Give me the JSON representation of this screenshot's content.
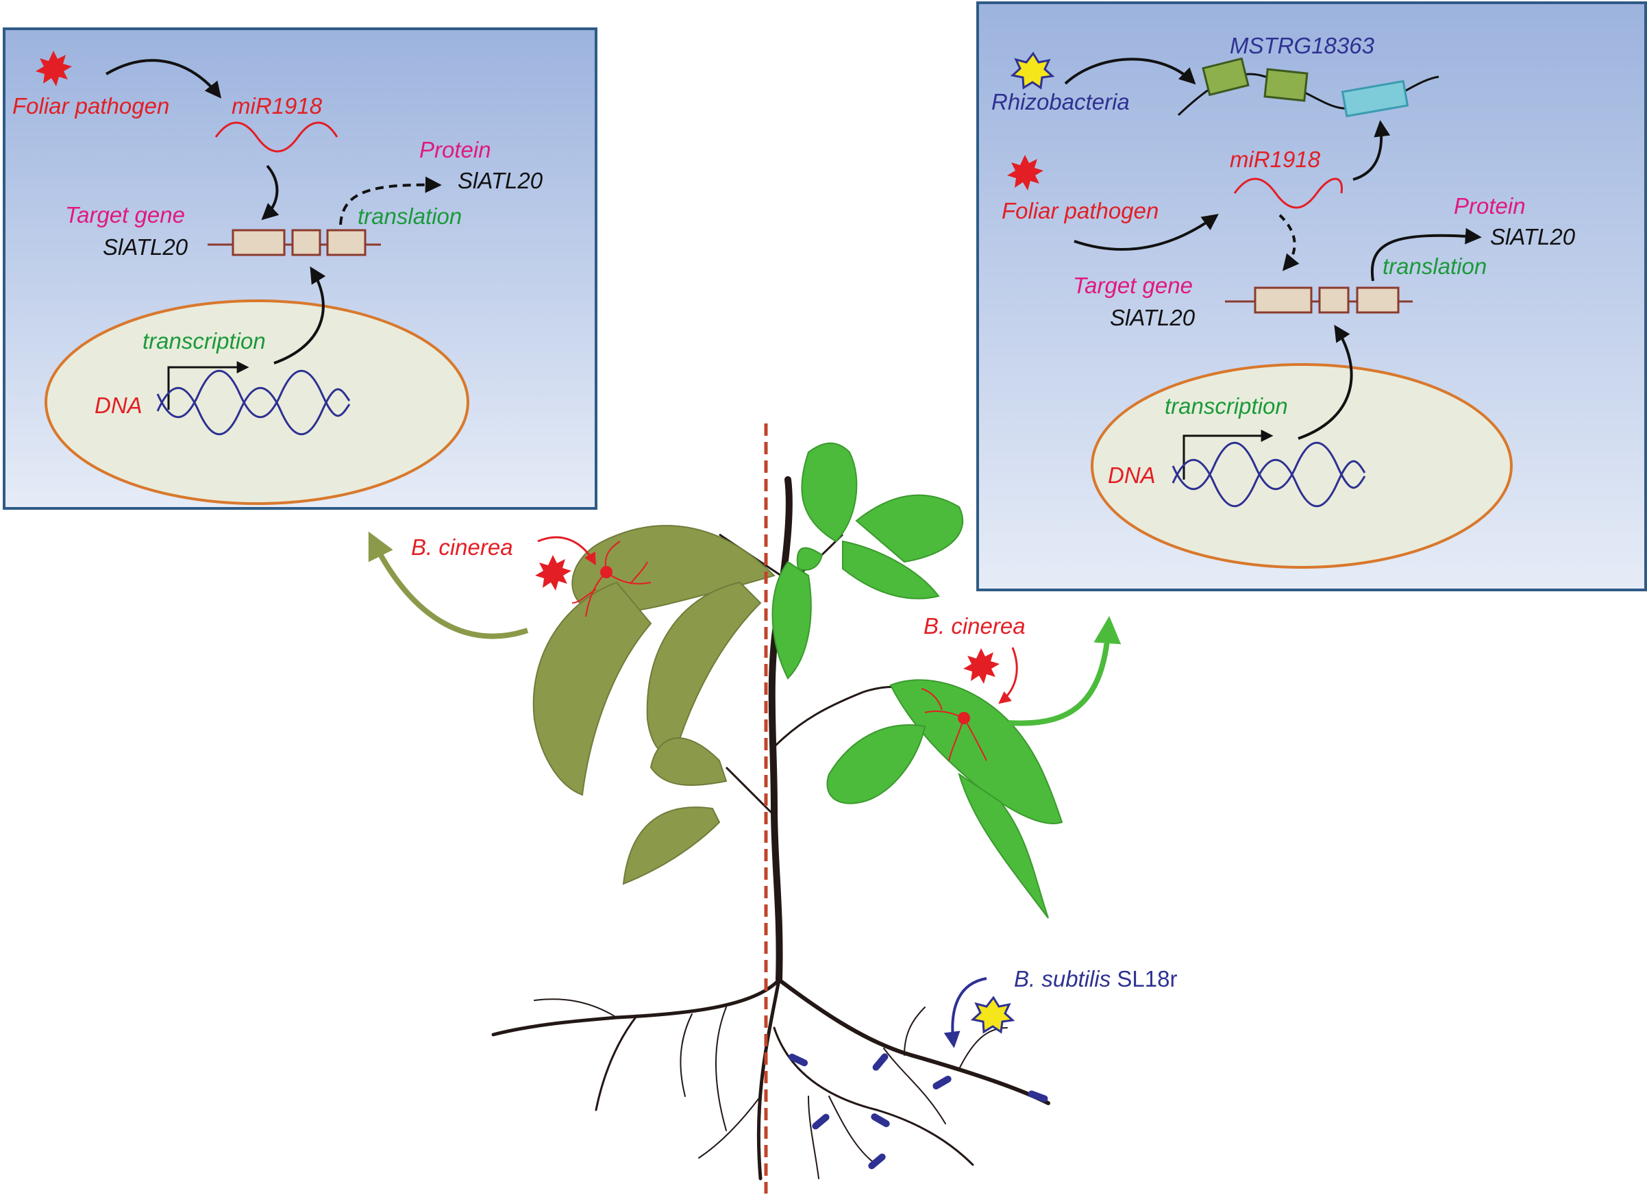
{
  "colors": {
    "red": "#e31e24",
    "magenta": "#e0197d",
    "green_text": "#1a9a3a",
    "navy": "#2e3192",
    "panel_top": "#9cb3de",
    "panel_bottom": "#e6ecf7",
    "nucleus_fill": "#e9ecdc",
    "nucleus_stroke": "#d9782c",
    "exon_fill": "#e4d6c0",
    "exon_stroke": "#8b3a2e",
    "leaf_olive": "#8a9a4a",
    "leaf_green": "#4cbb3c",
    "divider": "#c0452a"
  },
  "left_panel": {
    "foliar_pathogen": "Foliar pathogen",
    "mirna": "miR1918",
    "protein_label": "Protein",
    "protein_name": "SlATL20",
    "target_gene_label": "Target gene",
    "target_gene_name": "SlATL20",
    "translation": "translation",
    "transcription": "transcription",
    "dna": "DNA"
  },
  "right_panel": {
    "rhizobacteria": "Rhizobacteria",
    "lncrna": "MSTRG18363",
    "mirna": "miR1918",
    "foliar_pathogen": "Foliar pathogen",
    "protein_label": "Protein",
    "protein_name": "SlATL20",
    "target_gene_label": "Target gene",
    "target_gene_name": "SlATL20",
    "translation": "translation",
    "transcription": "transcription",
    "dna": "DNA"
  },
  "plant": {
    "pathogen_left": "B. cinerea",
    "pathogen_right": "B. cinerea",
    "bacterium_italic": "B. subtilis",
    "bacterium_strain": " SL18r"
  }
}
